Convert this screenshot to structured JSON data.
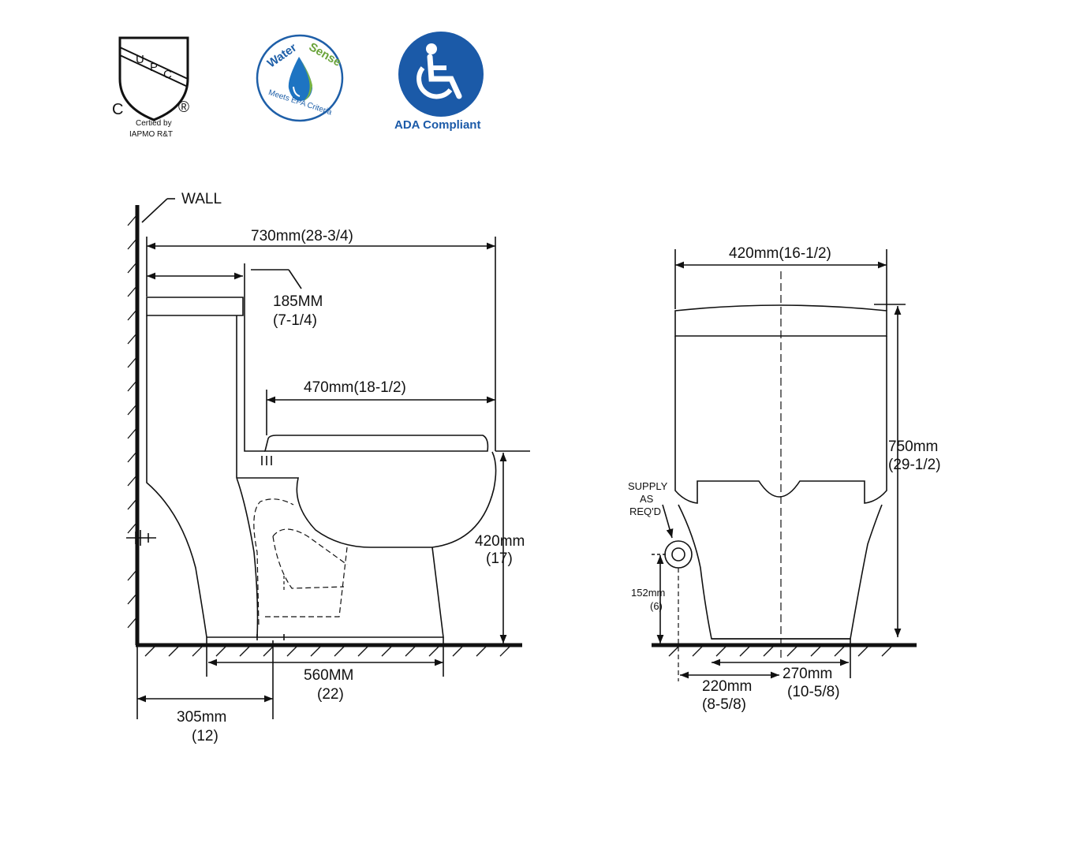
{
  "logos": {
    "upc": {
      "letters": [
        "U",
        "P",
        "C"
      ],
      "c_mark": "C",
      "r_mark": "®",
      "line1": "Certied  by",
      "line2": "IAPMO  R&T"
    },
    "watersense": {
      "word_water": "Water",
      "word_sense": "Sense",
      "bottom": "Meets EPA Criteria",
      "colors": {
        "water": "#1e5fa8",
        "sense": "#6aa33a",
        "ring": "#1e5fa8"
      }
    },
    "ada": {
      "caption": "ADA Compliant",
      "color": "#1b5aa8"
    }
  },
  "side_view": {
    "wall": "WALL",
    "overall_length": "730mm(28-3/4)",
    "tank_depth_1": "185MM",
    "tank_depth_2": "(7-1/4)",
    "bowl_length": "470mm(18-1/2)",
    "seat_height_1": "420mm",
    "seat_height_2": "(17)",
    "base_length_1": "560MM",
    "base_length_2": "(22)",
    "rough_in_1": "305mm",
    "rough_in_2": "(12)"
  },
  "front_view": {
    "width": "420mm(16-1/2)",
    "height_1": "750mm",
    "height_2": "(29-1/2)",
    "supply_1": "SUPPLY",
    "supply_2": "AS",
    "supply_3": "REQ'D",
    "supply_height_1": "152mm",
    "supply_height_2": "(6)",
    "supply_offset_1": "220mm",
    "supply_offset_2": "(8-5/8)",
    "base_width_1": "270mm",
    "base_width_2": "(10-5/8)"
  }
}
